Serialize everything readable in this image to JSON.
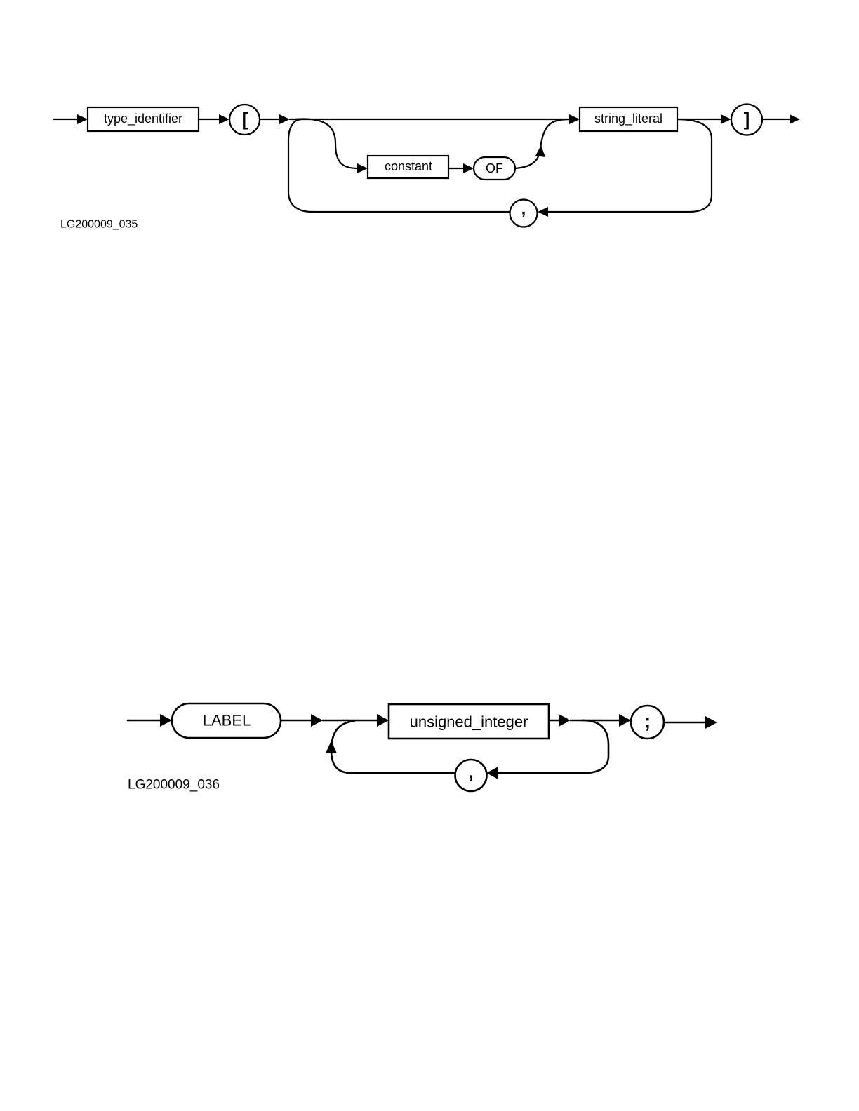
{
  "diagrams": [
    {
      "figure_id": "LG200009_035",
      "nodes": {
        "type_identifier": "type_identifier",
        "open_bracket": "[",
        "constant": "constant",
        "of": "OF",
        "string_literal": "string_literal",
        "close_bracket": "]",
        "comma": ","
      }
    },
    {
      "figure_id": "LG200009_036",
      "nodes": {
        "label": "LABEL",
        "unsigned_integer": "unsigned_integer",
        "comma": ",",
        "semicolon": ";"
      }
    }
  ]
}
